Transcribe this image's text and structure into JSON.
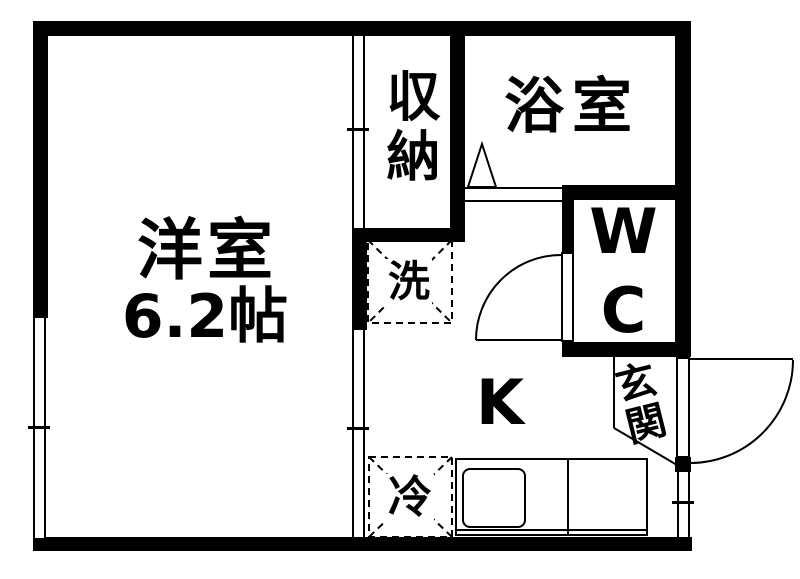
{
  "floorplan": {
    "type": "japanese-apartment-floor-plan",
    "rooms": {
      "western_room": {
        "label": "洋室",
        "size": "6.2帖"
      },
      "closet": {
        "label": "収納"
      },
      "bathroom": {
        "label": "浴室"
      },
      "wc": {
        "label": "WC"
      },
      "kitchen": {
        "label": "K"
      },
      "entrance": {
        "label": "玄関"
      },
      "washer_space": {
        "label": "洗"
      },
      "fridge_space": {
        "label": "冷"
      }
    },
    "colors": {
      "wall": "#000000",
      "background": "#ffffff",
      "line": "#000000"
    }
  }
}
